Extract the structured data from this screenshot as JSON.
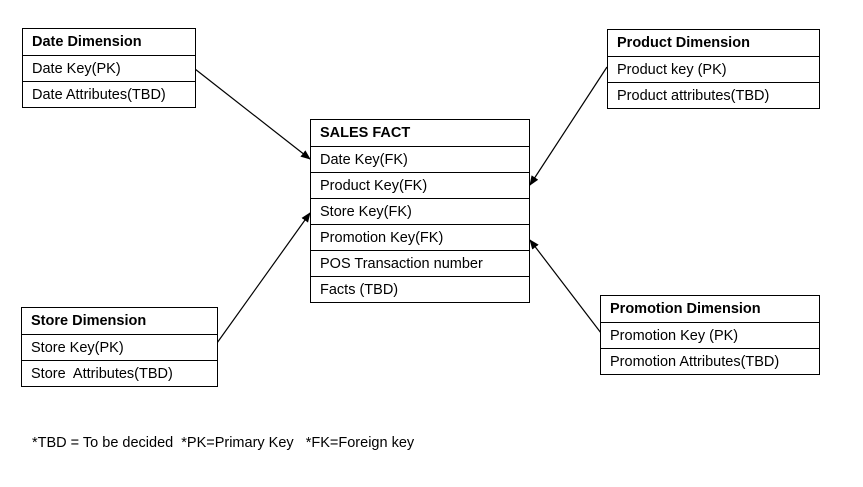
{
  "entities": {
    "date": {
      "title": "Date Dimension",
      "fields": [
        "Date Key(PK)",
        "Date Attributes(TBD)"
      ]
    },
    "product": {
      "title": "Product Dimension",
      "fields": [
        "Product key (PK)",
        "Product attributes(TBD)"
      ]
    },
    "sales": {
      "title": "SALES FACT",
      "fields": [
        "Date Key(FK)",
        "Product Key(FK)",
        "Store Key(FK)",
        "Promotion Key(FK)",
        "POS Transaction number",
        "Facts (TBD)"
      ]
    },
    "store": {
      "title": "Store Dimension",
      "fields": [
        "Store Key(PK)",
        "Store  Attributes(TBD)"
      ]
    },
    "promotion": {
      "title": "Promotion Dimension",
      "fields": [
        "Promotion Key (PK)",
        "Promotion Attributes(TBD)"
      ]
    }
  },
  "footnote": "*TBD = To be decided  *PK=Primary Key   *FK=Foreign key"
}
